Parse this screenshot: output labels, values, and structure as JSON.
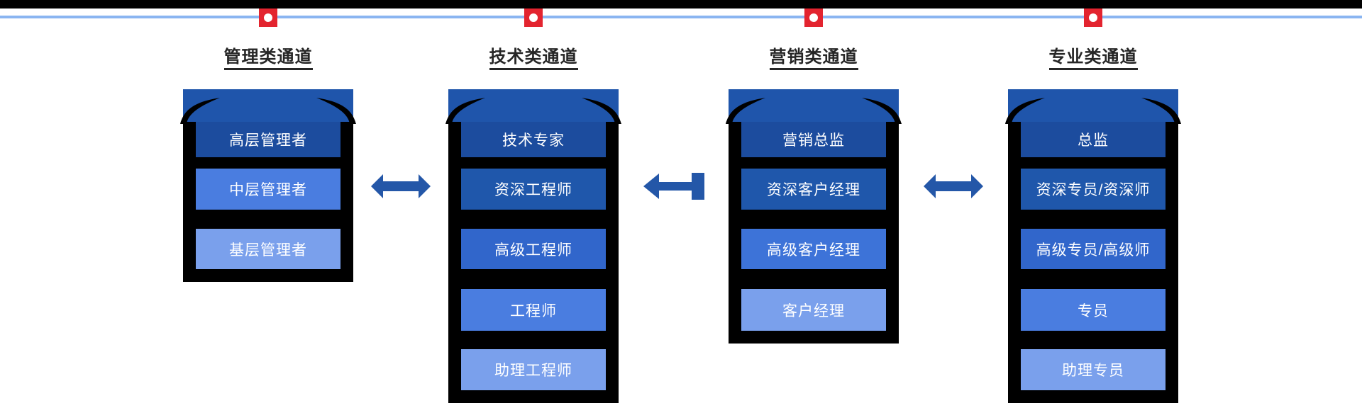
{
  "diagram": {
    "kind": "career-channel-ladder",
    "top_bar_color": "#000000",
    "rule_color": "#8ab5f1",
    "marker_color": "#e3242f",
    "marker_dot_color": "#ffffff",
    "frame_color": "#000000",
    "arrow_color": "#2457a8",
    "title_color": "#262626",
    "banner_color": "#1f55ab",
    "level_text_color": "#ffffff"
  },
  "channels": [
    {
      "title": "管理类通道",
      "levels": [
        {
          "label": "高层管理者",
          "color": "#1c4c9e"
        },
        {
          "label": "中层管理者",
          "color": "#4a7de0"
        },
        {
          "label": "基层管理者",
          "color": "#7aa0ec"
        }
      ]
    },
    {
      "title": "技术类通道",
      "levels": [
        {
          "label": "技术专家",
          "color": "#1c4c9e"
        },
        {
          "label": "资深工程师",
          "color": "#1f57ab"
        },
        {
          "label": "高级工程师",
          "color": "#3166cb"
        },
        {
          "label": "工程师",
          "color": "#4a7de0"
        },
        {
          "label": "助理工程师",
          "color": "#7aa0ec"
        }
      ]
    },
    {
      "title": "营销类通道",
      "levels": [
        {
          "label": "营销总监",
          "color": "#1c4c9e"
        },
        {
          "label": "资深客户经理",
          "color": "#1f57ab"
        },
        {
          "label": "高级客户经理",
          "color": "#3d73d8"
        },
        {
          "label": "客户经理",
          "color": "#7aa0ec"
        }
      ]
    },
    {
      "title": "专业类通道",
      "levels": [
        {
          "label": "总监",
          "color": "#1c4c9e"
        },
        {
          "label": "资深专员/资深师",
          "color": "#1f57ab"
        },
        {
          "label": "高级专员/高级师",
          "color": "#3166cb"
        },
        {
          "label": "专员",
          "color": "#4a7de0"
        },
        {
          "label": "助理专员",
          "color": "#7aa0ec"
        }
      ]
    }
  ],
  "connectors": [
    {
      "type": "double-arrow",
      "from": "管理类通道",
      "to": "技术类通道"
    },
    {
      "type": "left-arrow-bar",
      "from": "营销类通道",
      "to": "技术类通道"
    },
    {
      "type": "double-arrow",
      "from": "营销类通道",
      "to": "专业类通道"
    }
  ]
}
